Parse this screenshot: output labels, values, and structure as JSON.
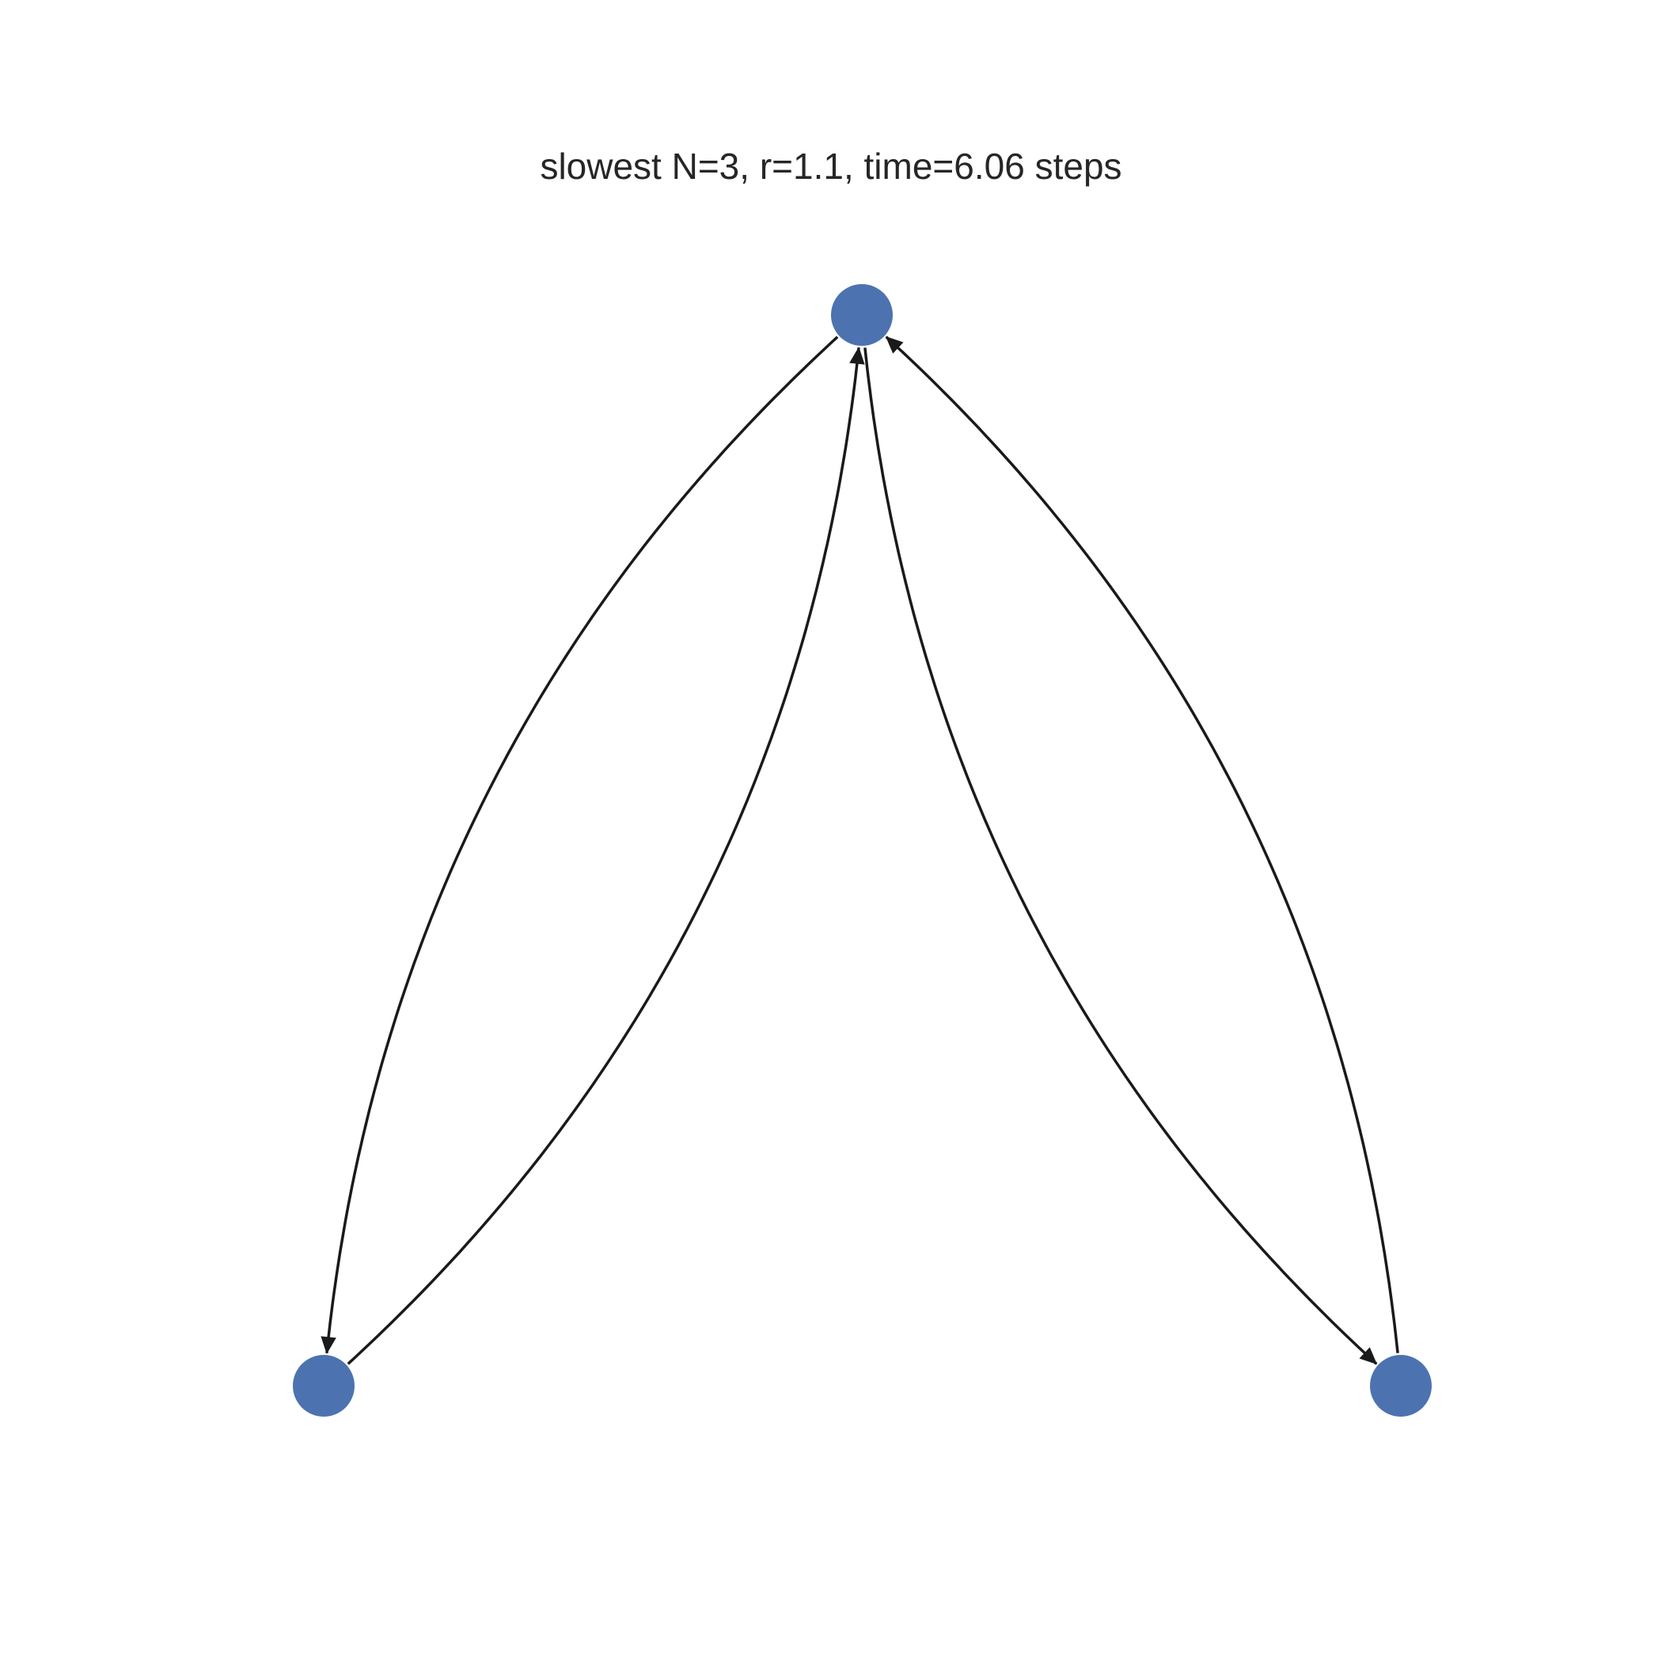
{
  "title": "slowest N=3, r=1.1, time=6.06 steps",
  "colors": {
    "node": "#4c72b0",
    "edge": "#1a1a1a",
    "title": "#262626",
    "background": "#ffffff"
  },
  "graph": {
    "directed": true,
    "nodes": [
      {
        "id": "top"
      },
      {
        "id": "bottom-left"
      },
      {
        "id": "bottom-right"
      }
    ],
    "edges": [
      {
        "source": "top",
        "target": "bottom-left"
      },
      {
        "source": "bottom-left",
        "target": "top"
      },
      {
        "source": "top",
        "target": "bottom-right"
      },
      {
        "source": "bottom-right",
        "target": "top"
      }
    ]
  }
}
